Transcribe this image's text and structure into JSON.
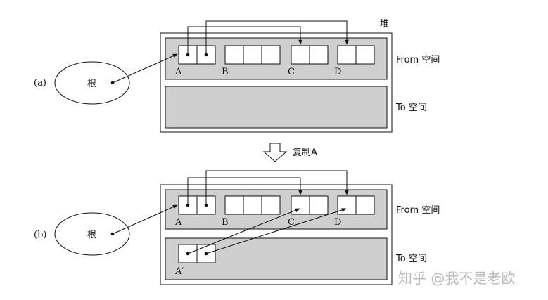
{
  "heap_label": "堆",
  "copy_label": "复制A",
  "watermark": "知乎 @我不是老欧",
  "panel_a": {
    "tag": "(a)",
    "root": "根",
    "from_space": "From 空间",
    "to_space": "To 空间",
    "objects": [
      "A",
      "B",
      "C",
      "D"
    ]
  },
  "panel_b": {
    "tag": "(b)",
    "root": "根",
    "from_space": "From 空间",
    "to_space": "To 空间",
    "objects": [
      "A",
      "B",
      "C",
      "D"
    ],
    "copied_object": "A′"
  }
}
